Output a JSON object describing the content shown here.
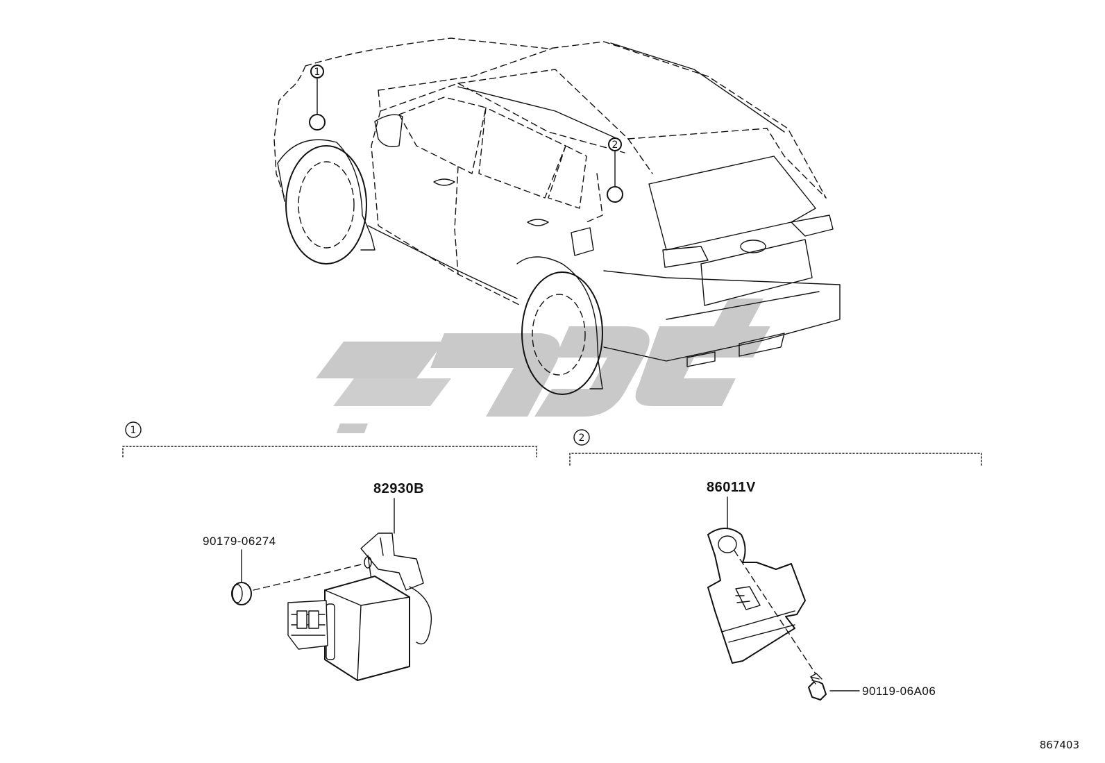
{
  "callouts": [
    {
      "id": "1",
      "symbol": "1"
    },
    {
      "id": "2",
      "symbol": "2"
    }
  ],
  "sections": [
    {
      "callout": "1",
      "parts": [
        {
          "number": "82930B",
          "description": "relay block (connector with bracket)"
        },
        {
          "number": "90179-06274",
          "description": "nut"
        }
      ]
    },
    {
      "callout": "2",
      "parts": [
        {
          "number": "86011V",
          "description": "module with mounting bracket"
        },
        {
          "number": "90119-06A06",
          "description": "bolt"
        }
      ]
    }
  ],
  "figure_ref": "867403",
  "colors": {
    "ink": "#111111",
    "watermark": "#c9c9c9",
    "background": "#ffffff"
  }
}
